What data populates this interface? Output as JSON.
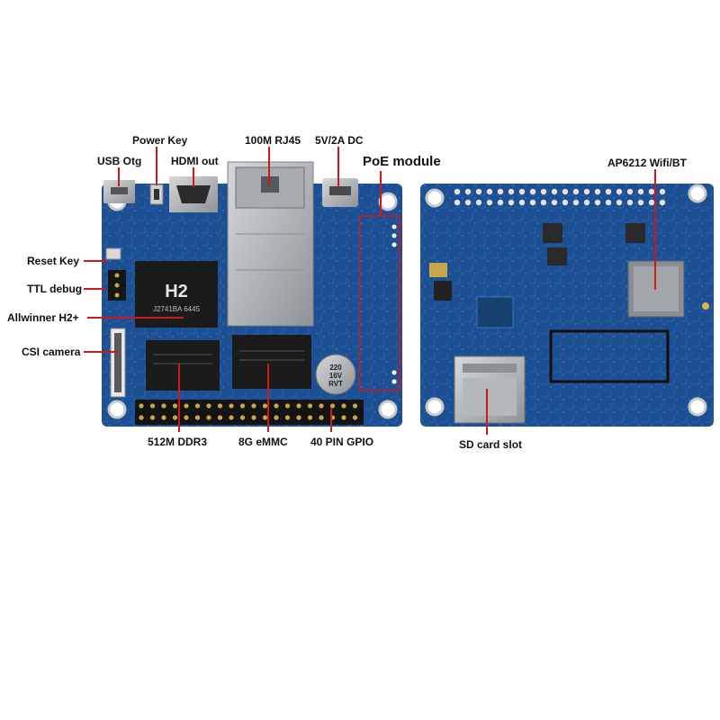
{
  "labels": {
    "usb_otg": "USB Otg",
    "power_key": "Power Key",
    "hdmi_out": "HDMI out",
    "rj45": "100M RJ45",
    "dc": "5V/2A DC",
    "poe": "PoE module",
    "wifi": "AP6212 Wifi/BT",
    "reset_key": "Reset Key",
    "ttl_debug": "TTL debug",
    "soc": "Allwinner H2+",
    "csi": "CSI camera",
    "ddr": "512M DDR3",
    "emmc": "8G eMMC",
    "gpio": "40 PIN GPIO",
    "sd": "SD card slot"
  },
  "chip_marks": {
    "soc_line1": "H2",
    "soc_line2": "J2741BA 6445",
    "cap_line1": "220",
    "cap_line2": "16V",
    "cap_line3": "RVT"
  },
  "colors": {
    "pcb": "#1d4f93",
    "pcb_dark": "#163d74",
    "annotation": "#d01818",
    "chip": "#1b1b1b",
    "metal": "#b9bcc0"
  }
}
